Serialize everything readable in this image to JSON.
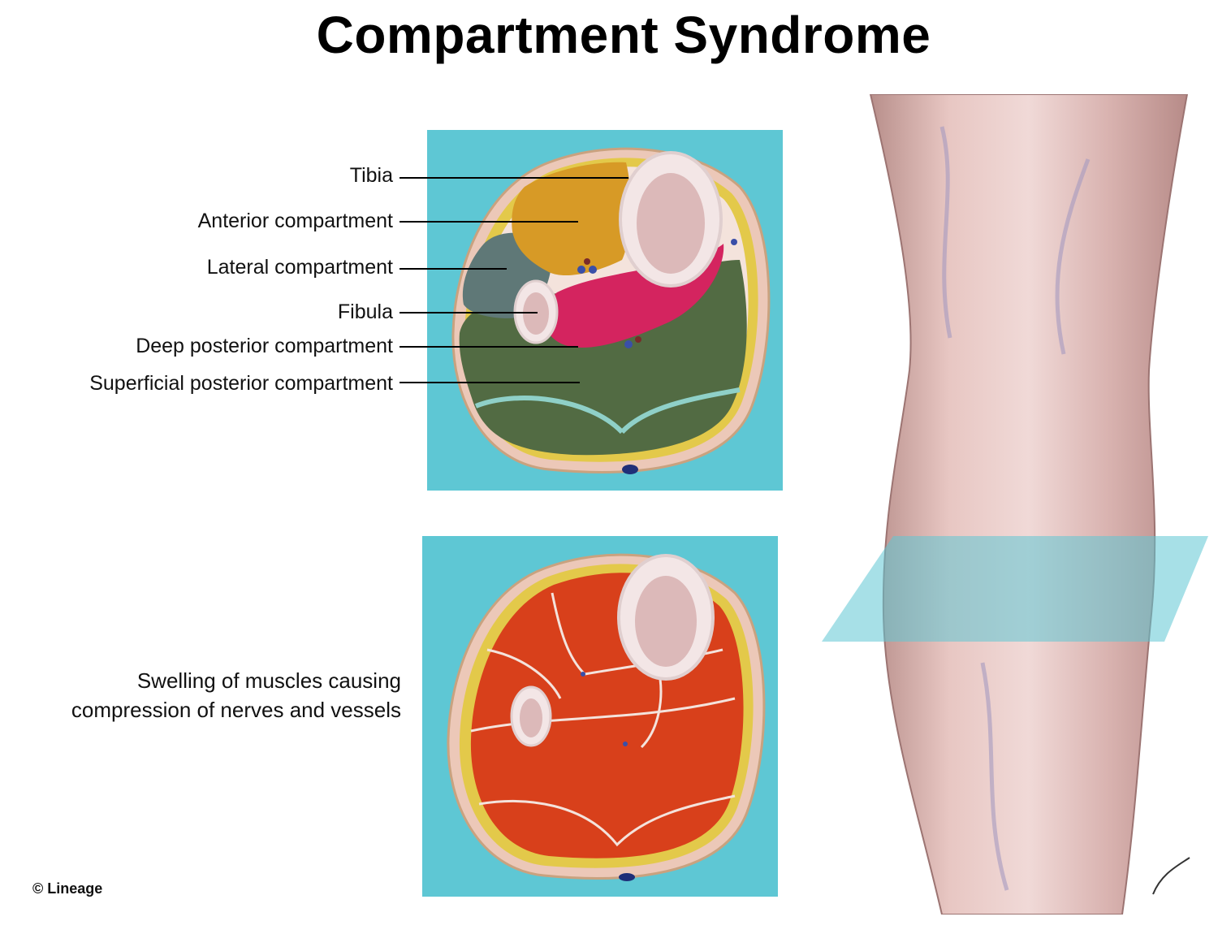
{
  "title": "Compartment Syndrome",
  "labels": {
    "tibia": "Tibia",
    "anterior": "Anterior compartment",
    "lateral": "Lateral compartment",
    "fibula": "Fibula",
    "deep_posterior": "Deep posterior compartment",
    "superficial_posterior": "Superficial posterior compartment"
  },
  "caption": "Swelling of muscles causing compression of nerves and vessels",
  "copyright": "© Lineage",
  "colors": {
    "panel_background": "#5ec7d4",
    "anterior_compartment": "#d79a26",
    "lateral_compartment": "#5f7877",
    "deep_posterior_compartment": "#d4245f",
    "superficial_posterior_compartment": "#526b43",
    "swollen_muscle": "#d8401b",
    "bone": "#f3e6e6",
    "fat_layer": "#e3c94a",
    "skin": "#e0b3ad"
  }
}
